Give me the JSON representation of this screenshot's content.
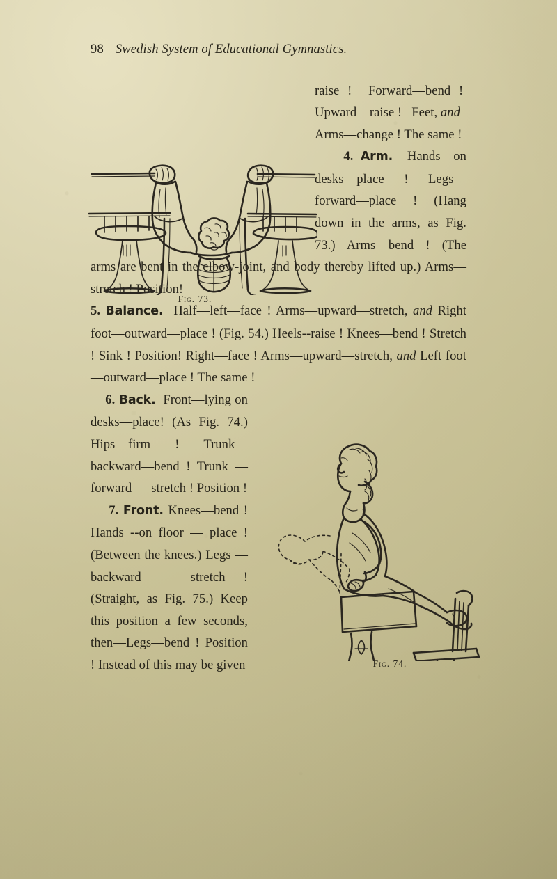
{
  "page": {
    "folio": "98",
    "running_title": "Swedish System of Educational Gymnastics.",
    "paper_color": "#c8c296",
    "ink_color": "#2b2720"
  },
  "body": {
    "line_1_a": "raise !",
    "line_1_b": "Forward—bend !",
    "line_1_c": "Upward—raise !",
    "line_1_d": "Feet,",
    "line_1_e": "and",
    "line_2": "Arms—change !  The same !",
    "section_4": {
      "number": "4.",
      "heading": "Arm.",
      "text_a": "Hands—on desks—place !  Legs—forward—place !  (Hang down in the arms, as Fig. 73.)  Arms—bend !  (The arms are bent in the elbow-joint, and body thereby lifted up.)  Arms—stretch !  Position!"
    },
    "section_5": {
      "number": "5.",
      "heading": "Balance.",
      "text_a": "Half—left—face !  Arms—upward—stretch,",
      "text_b": "and",
      "text_c": "Right foot—outward—place !  (Fig. 54.)  Heels--raise !  Knees—bend !  Stretch !  Sink !  Position!  Right—face !  Arms—upward—stretch,",
      "text_d": "and",
      "text_e": "Left foot—outward—place !  The same !"
    },
    "section_6": {
      "number": "6.",
      "heading": "Back.",
      "text_a": "Front—lying on desks—place!  (As Fig. 74.)  Hips—firm !  Trunk—backward—bend !  Trunk — forward — stretch !  Position !"
    },
    "section_7": {
      "number": "7.",
      "heading": "Front.",
      "text_a": "Knees—bend !  Hands --on floor — place !  (Between the knees.)  Legs — backward — stretch !  (Straight, as Fig. 75.)  Keep this position a few seconds, then—Legs—bend !  Position !  Instead of this may be given"
    }
  },
  "figures": [
    {
      "id": "fig-73",
      "caption": "Fig. 73.",
      "description": "Pupil hanging by the arms between two school desks, legs tucked forward"
    },
    {
      "id": "fig-74",
      "caption": "Fig. 74.",
      "description": "Pupil front-lying on a desk top, trunk bent backward (dotted outline shows the bent position)"
    }
  ]
}
